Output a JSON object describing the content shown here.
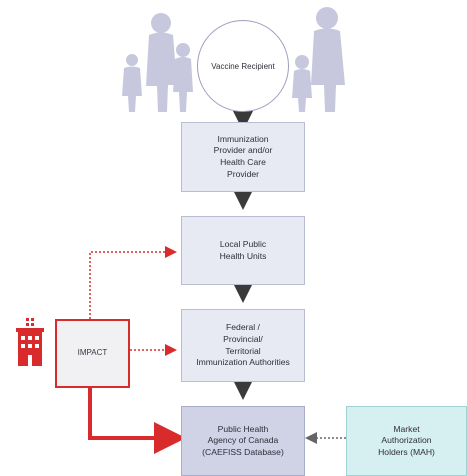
{
  "diagram": {
    "nodes": {
      "recipient": "Vaccine Recipient",
      "provider": "Immunization\nProvider and/or\nHealth Care\nProvider",
      "local": "Local Public\nHealth Units",
      "federal": "Federal /\nProvincial/\nTerritorial\nImmunization Authorities",
      "impact": "IMPACT",
      "phac": "Public Health\nAgency of Canada\n(CAEFISS Database)",
      "mah": "Market\nAuthorization\nHolders (MAH)"
    },
    "icons": {
      "silhouettes": "people-silhouettes-icon",
      "hospital": "hospital-icon"
    },
    "colors": {
      "flow_fill": "#e7e9f3",
      "flow_dark_fill": "#d0d2e6",
      "impact_red": "#d92b2b",
      "mah_fill": "#d6eff0",
      "silhouette": "#c7c8de",
      "arrow": "#3a3a3a"
    }
  }
}
